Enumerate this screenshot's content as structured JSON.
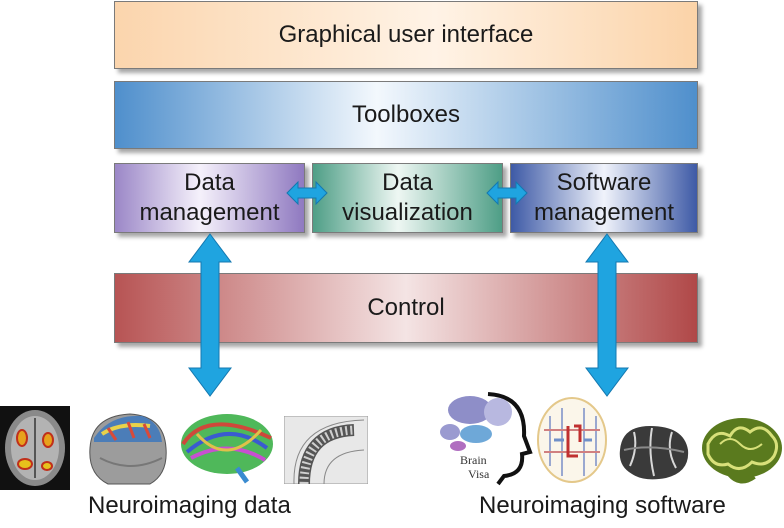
{
  "boxes": {
    "gui": "Graphical user interface",
    "toolboxes": "Toolboxes",
    "data_management": [
      "Data",
      "management"
    ],
    "data_visualization": [
      "Data",
      "visualization"
    ],
    "software_management": [
      "Software",
      "management"
    ],
    "control": "Control"
  },
  "captions": {
    "data": "Neuroimaging data",
    "software": "Neuroimaging software"
  },
  "logo_text": [
    "Brain",
    "Visa"
  ],
  "colors": {
    "arrow": "#1fa4e0",
    "gui": "#fbd5ad",
    "toolboxes": "#4f8fcc",
    "data_management": "#9b87c7",
    "data_visualization": "#4e9e86",
    "software_management": "#3e5aa6",
    "control": "#b75454"
  },
  "icons": [
    "brain-mri-slice-icon",
    "head-surface-render-icon",
    "tractography-icon",
    "mesh-grid-icon",
    "brainvisa-logo-icon",
    "circuit-brain-icon",
    "dark-brain-icon",
    "green-folded-brain-icon"
  ]
}
